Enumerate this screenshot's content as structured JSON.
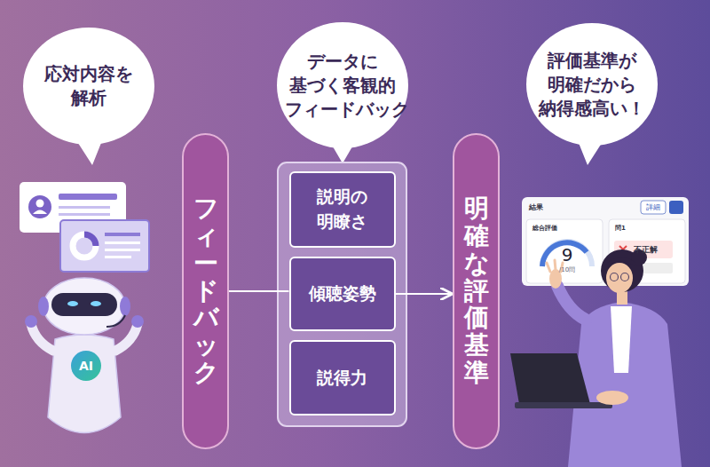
{
  "diagram": {
    "nodes": [
      {
        "text": [
          "応対内容を 解析"
        ]
      },
      {
        "text": [
          "フィードバック"
        ]
      },
      {
        "text": [
          "データに 基づく客観的 フィードバック"
        ]
      },
      {
        "text": [
          "説明の 明瞭さ"
        ]
      },
      {
        "text": [
          "傾聴姿勢"
        ]
      },
      {
        "text": [
          "説得力"
        ]
      },
      {
        "text": [
          "明確な評価基準"
        ]
      },
      {
        "text": [
          "評価基準が 明確だから 納得感高い！"
        ]
      }
    ],
    "edges": [
      {
        "from": 1,
        "to": 4,
        "arrow": "none"
      },
      {
        "from": 4,
        "to": 6,
        "arrow": "to"
      }
    ],
    "labels": [
      "AI",
      "結果",
      "詳細",
      "総合評価",
      "9",
      "/10問",
      "問1",
      "不正解"
    ]
  }
}
